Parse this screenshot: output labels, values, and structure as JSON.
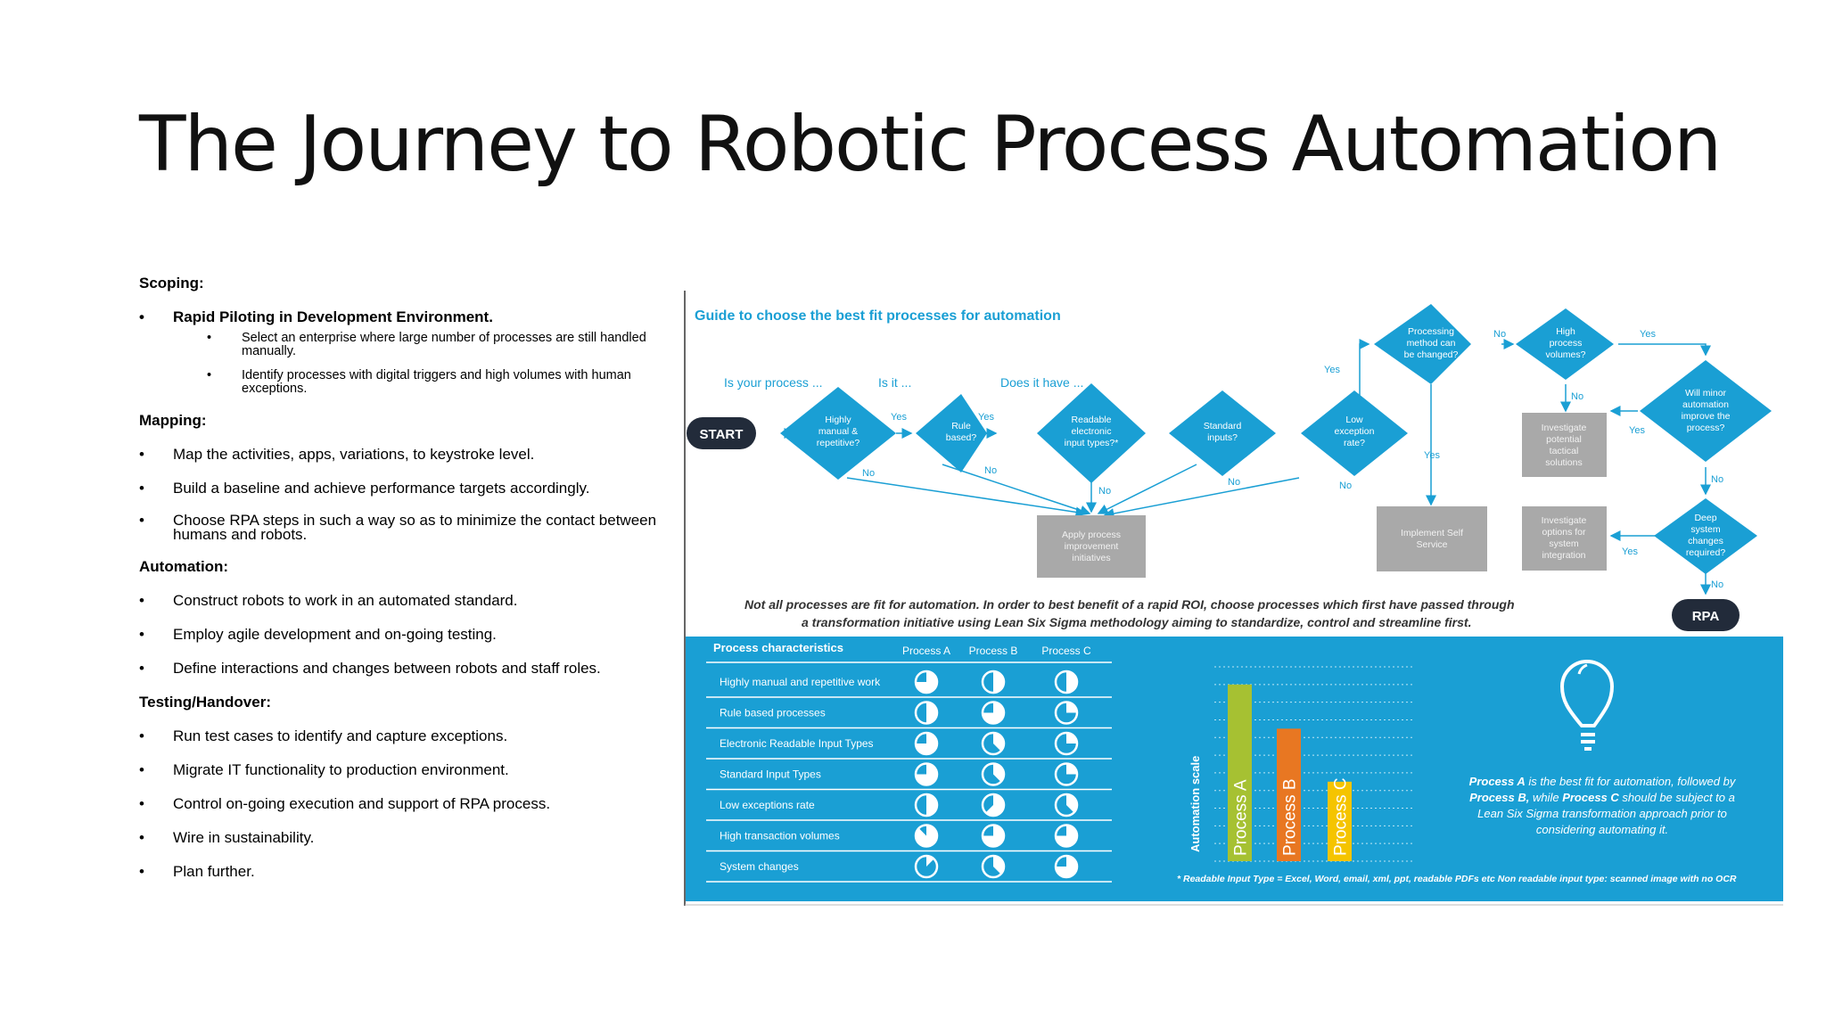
{
  "title": "The Journey to Robotic Process Automation",
  "left": {
    "scoping_head": "Scoping:",
    "scoping_main": "Rapid Piloting in Development Environment.",
    "scoping_sub": [
      "Select an enterprise where large number of processes are still handled manually.",
      "Identify processes with digital triggers and high volumes with human exceptions."
    ],
    "mapping_head": "Mapping:",
    "mapping": [
      "Map the activities, apps, variations, to keystroke level.",
      "Build a baseline and achieve performance targets accordingly.",
      "Choose RPA steps in such a way so as to minimize the contact between humans and robots."
    ],
    "automation_head": "Automation:",
    "automation": [
      "Construct robots to work in an automated standard.",
      "Employ agile development and on-going testing.",
      "Define interactions and changes between robots and staff roles."
    ],
    "testing_head": "Testing/Handover:",
    "testing": [
      "Run test cases to identify and capture exceptions.",
      "Migrate IT functionality to production environment.",
      "Control on-going execution and support of RPA process.",
      "Wire in sustainability.",
      "Plan further."
    ]
  },
  "flow": {
    "guide_title": "Guide to choose the best fit processes for automation",
    "q1": "Is your process ...",
    "q2": "Is it ...",
    "q3": "Does it have ...",
    "start": "START",
    "rpa": "RPA",
    "d1": [
      "Highly",
      "manual &",
      "repetitive?"
    ],
    "d2": [
      "Rule",
      "based?"
    ],
    "d3": [
      "Readable",
      "electronic",
      "input types?*"
    ],
    "d4": [
      "Standard",
      "inputs?"
    ],
    "d5": [
      "Low",
      "exception",
      "rate?"
    ],
    "d6": [
      "Processing",
      "method can",
      "be changed?"
    ],
    "d7": [
      "High",
      "process",
      "volumes?"
    ],
    "d8": [
      "Will minor",
      "automation",
      "improve the",
      "process?"
    ],
    "d9": [
      "Deep",
      "system",
      "changes",
      "required?"
    ],
    "b_apply": [
      "Apply process",
      "improvement",
      "initiatives"
    ],
    "b_self": [
      "Implement Self",
      "Service"
    ],
    "b_tactical": [
      "Investigate",
      "potential",
      "tactical",
      "solutions"
    ],
    "b_options": [
      "Investigate",
      "options for",
      "system",
      "integration"
    ],
    "yes": "Yes",
    "no": "No",
    "note1": "Not all processes  are fit for automation.  In order to best benefit  of a rapid ROI,  choose processes  which first have passed  through",
    "note2": "a transformation  initiative using Lean Six Sigma methodology  aiming to standardize,  control and streamline  first."
  },
  "table": {
    "header": "Process characteristics",
    "columns": [
      "Process A",
      "Process B",
      "Process C"
    ],
    "rows": [
      {
        "label": "Highly manual and repetitive work",
        "levels": [
          0.75,
          0.5,
          0.5
        ]
      },
      {
        "label": "Rule based processes",
        "levels": [
          0.5,
          0.75,
          0.25
        ]
      },
      {
        "label": "Electronic Readable Input Types",
        "levels": [
          0.75,
          0.375,
          0.25
        ]
      },
      {
        "label": "Standard Input Types",
        "levels": [
          0.75,
          0.375,
          0.25
        ]
      },
      {
        "label": "Low exceptions rate",
        "levels": [
          0.5,
          0.625,
          0.375
        ]
      },
      {
        "label": "High transaction volumes",
        "levels": [
          0.875,
          0.75,
          0.75
        ]
      },
      {
        "label": "System changes",
        "levels": [
          0.125,
          0.375,
          0.75
        ]
      }
    ]
  },
  "chart_data": {
    "type": "bar",
    "categories": [
      "Process A",
      "Process B",
      "Process C"
    ],
    "values": [
      100,
      75,
      45
    ],
    "ylabel": "Automation scale",
    "ylim": [
      0,
      110
    ],
    "grid": true,
    "colors": [
      "#a6c132",
      "#e87722",
      "#f5c400"
    ]
  },
  "conclusion": {
    "a": "Process A",
    "b1": " is the best fit for automation, followed by",
    "b": "Process B,",
    "c1": " while ",
    "c": "Process C",
    "c2": " should be subject to a",
    "l3": "Lean Six Sigma transformation approach prior to",
    "l4": "considering automating it."
  },
  "footnote": "* Readable Input Type = Excel, Word, email, xml, ppt, readable PDFs etc Non readable input type: scanned image with no OCR",
  "colors": {
    "diamond": "#1a9fd4",
    "panel": "#1a9fd4",
    "grey_box": "#a9a9a9",
    "dark_pill": "#222b3a",
    "guide_title": "#1a9fd4"
  },
  "icons": [
    "lightbulb-icon"
  ]
}
